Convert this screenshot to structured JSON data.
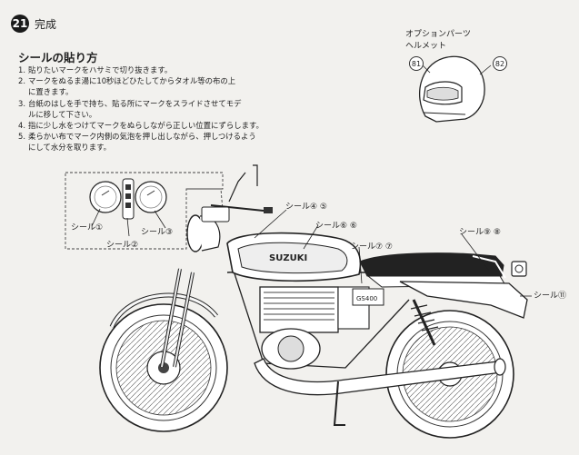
{
  "step": {
    "number": "21",
    "title": "完成"
  },
  "section": {
    "heading": "シールの貼り方",
    "instructions": [
      {
        "num": "1.",
        "lines": [
          "貼りたいマークをハサミで切り抜きます。"
        ]
      },
      {
        "num": "2.",
        "lines": [
          "マークをぬるま湯に10秒ほどひたしてからタオル等の布の上",
          "に置きます。"
        ]
      },
      {
        "num": "3.",
        "lines": [
          "台紙のはしを手で持ち、貼る所にマークをスライドさせてモデ",
          "ルに移して下さい。"
        ]
      },
      {
        "num": "4.",
        "lines": [
          "指に少し水をつけてマークをぬらしながら正しい位置にずらします。"
        ]
      },
      {
        "num": "5.",
        "lines": [
          "柔らかい布でマーク内側の気泡を押し出しながら、押しつけるよう",
          "にして水分を取ります。"
        ]
      }
    ]
  },
  "option": {
    "title_line1": "オプションパーツ",
    "title_line2": "ヘルメット",
    "part_a": "81",
    "part_b": "82"
  },
  "labels": {
    "seal_1": "シール①",
    "seal_2": "シール②",
    "seal_3": "シール③",
    "seal_4_5": "シール④ ⑤",
    "seal_6_6": "シール⑥ ⑥",
    "seal_7_7": "シール⑦ ⑦",
    "seal_9_8": "シール⑨ ⑧",
    "seal_11": "シール⑪"
  },
  "tank_logo": "SUZUKI",
  "side_badge": "GS400"
}
